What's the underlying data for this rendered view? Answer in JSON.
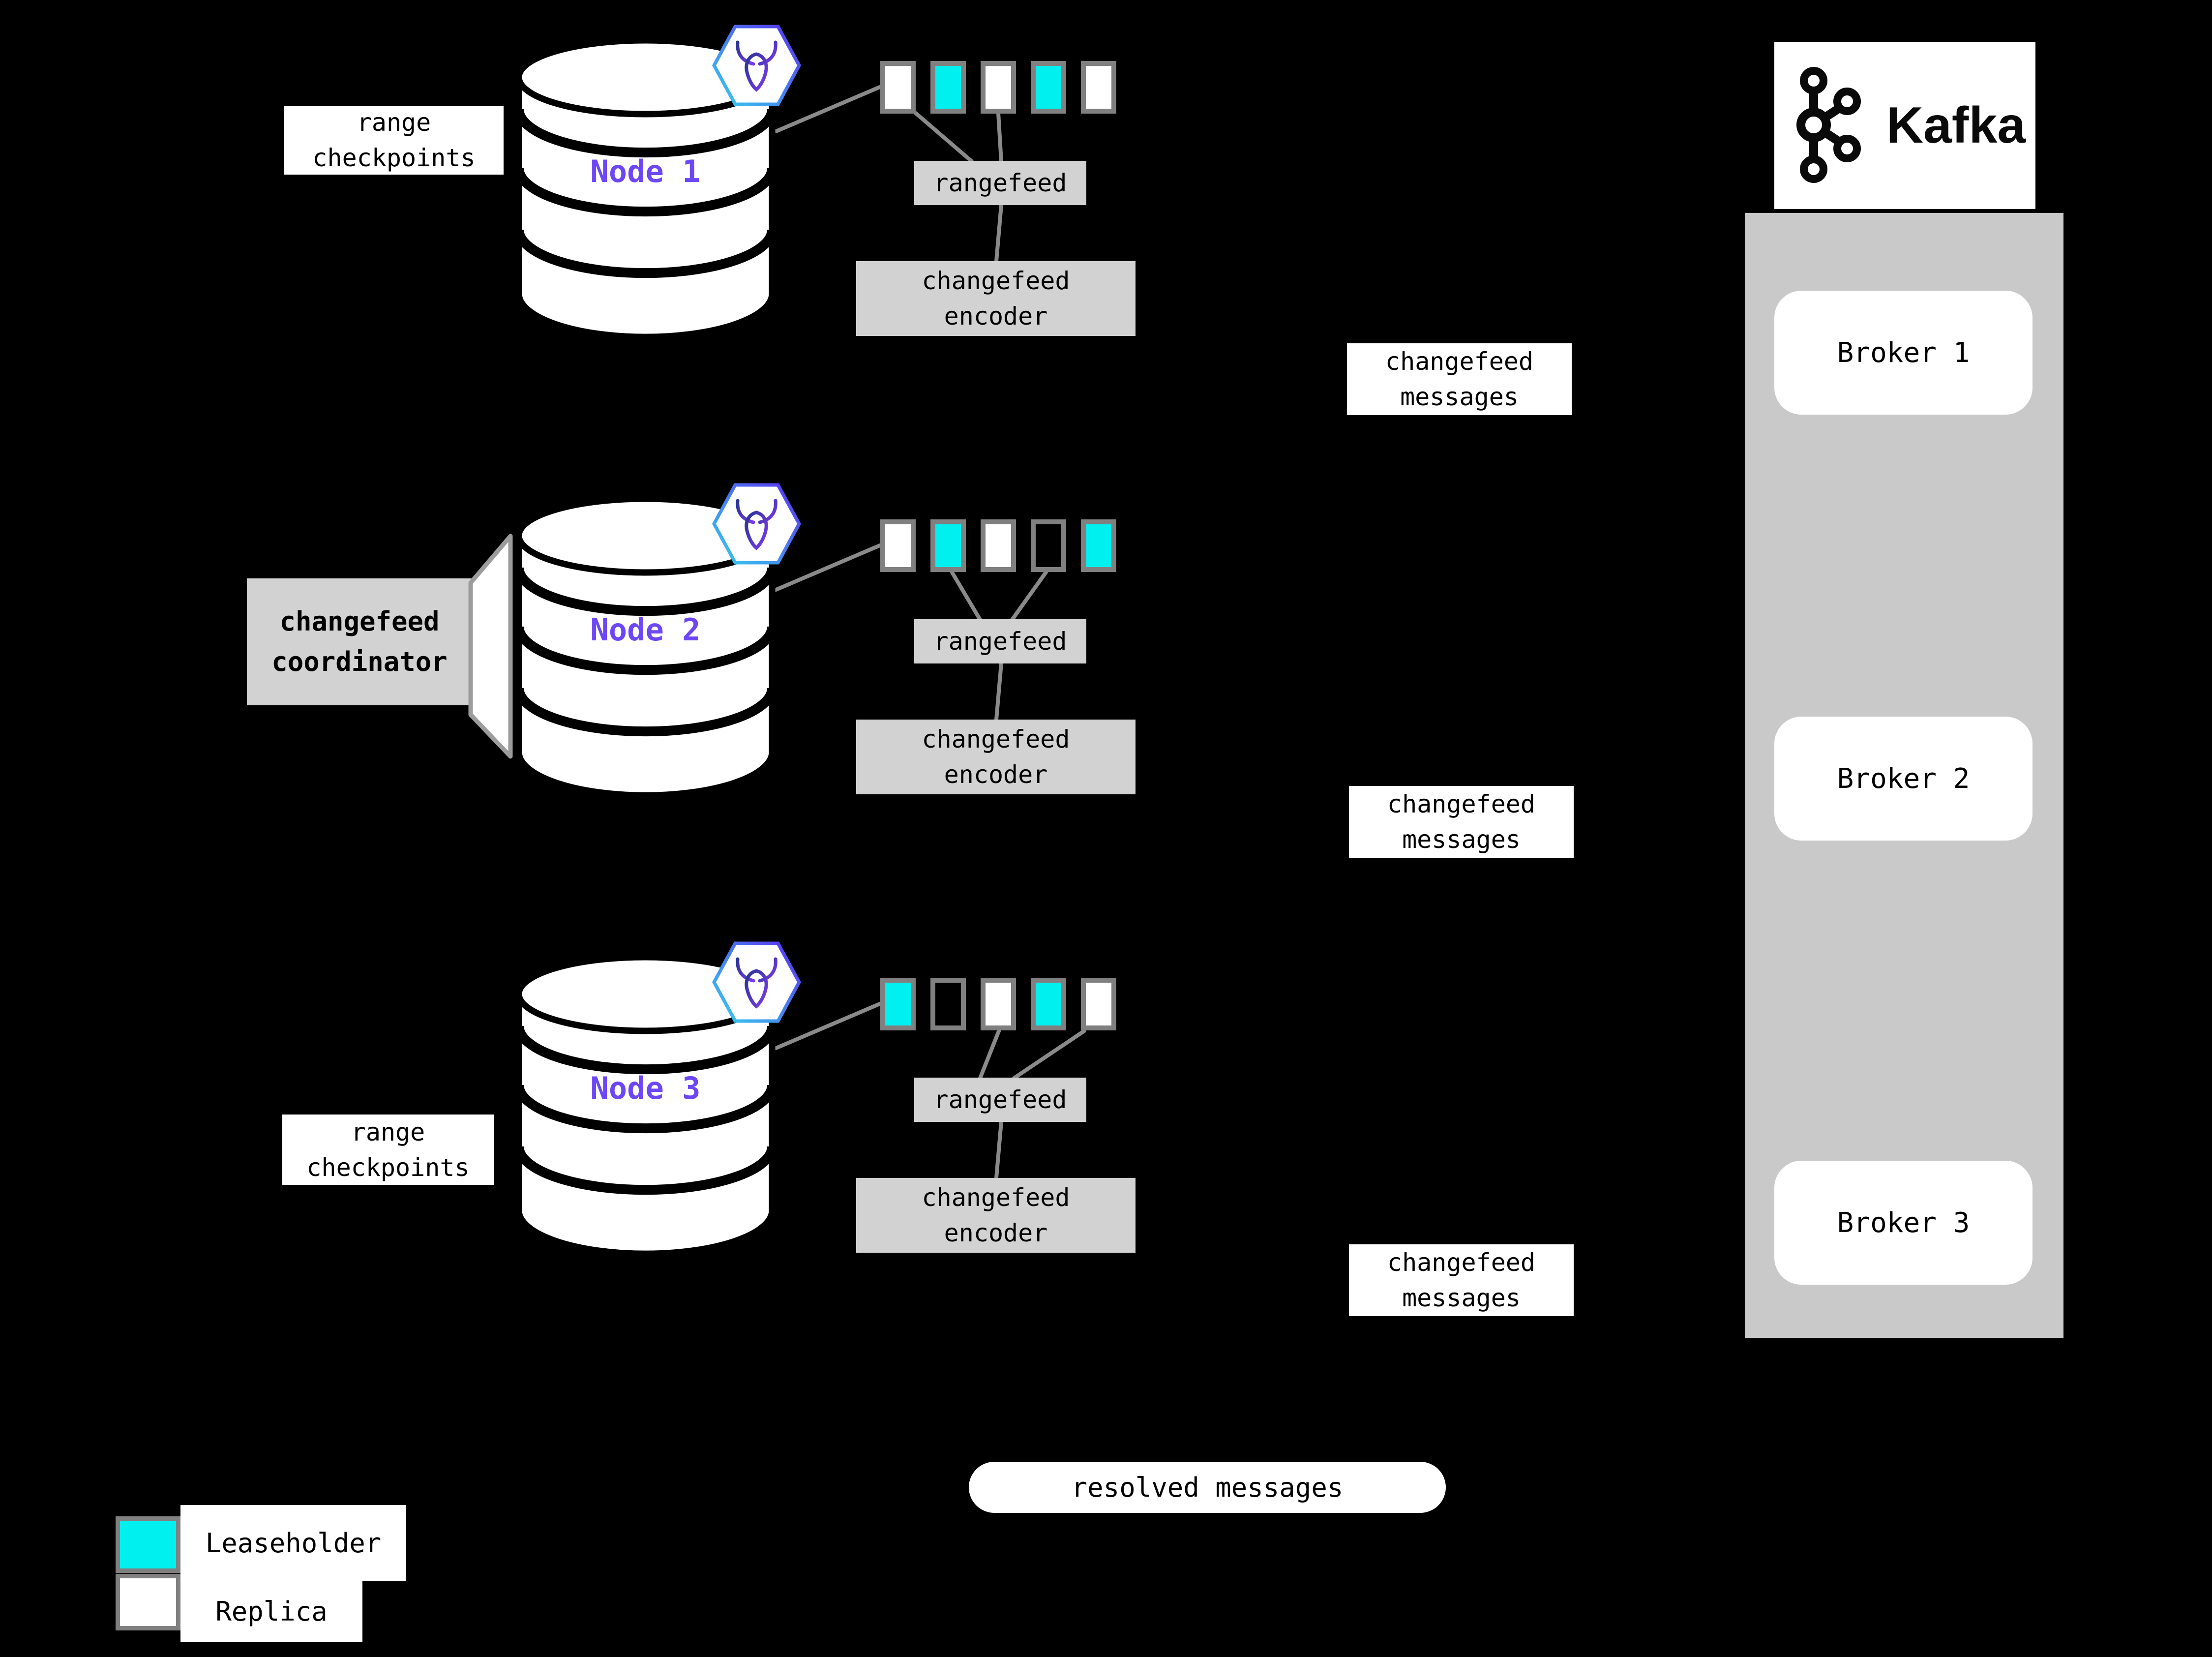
{
  "nodes": [
    {
      "label": "Node 1",
      "ranges": [
        "replica",
        "leaseholder",
        "replica",
        "leaseholder",
        "replica"
      ]
    },
    {
      "label": "Node 2",
      "ranges": [
        "replica",
        "leaseholder",
        "replica",
        "empty",
        "leaseholder"
      ]
    },
    {
      "label": "Node 3",
      "ranges": [
        "leaseholder",
        "empty",
        "replica",
        "leaseholder",
        "replica"
      ]
    }
  ],
  "labels": {
    "range_checkpoints": {
      "line1": "range",
      "line2": "checkpoints"
    },
    "rangefeed": "rangefeed",
    "changefeed_encoder": {
      "line1": "changefeed",
      "line2": "encoder"
    },
    "changefeed_messages": {
      "line1": "changefeed",
      "line2": "messages"
    },
    "changefeed_coordinator": {
      "line1": "changefeed",
      "line2": "coordinator"
    },
    "resolved_messages": "resolved messages"
  },
  "kafka": {
    "name": "Kafka",
    "brokers": [
      "Broker 1",
      "Broker 2",
      "Broker 3"
    ]
  },
  "legend": [
    {
      "label": "Leaseholder",
      "status": "leaseholder"
    },
    {
      "label": "Replica",
      "status": "replica"
    }
  ],
  "icons": {
    "node_badge": "cockroachdb-icon",
    "broker_logo": "kafka-logo-icon"
  },
  "colors": {
    "background": "#000000",
    "leaseholder": "#00efef",
    "replica": "#ffffff",
    "node_label": "#6d47f5",
    "label_box_gray": "#d2d2d2",
    "kafka_container_gray": "#c9c9c9",
    "connector_gray": "#8a8a8a",
    "square_border_gray": "#808080"
  }
}
